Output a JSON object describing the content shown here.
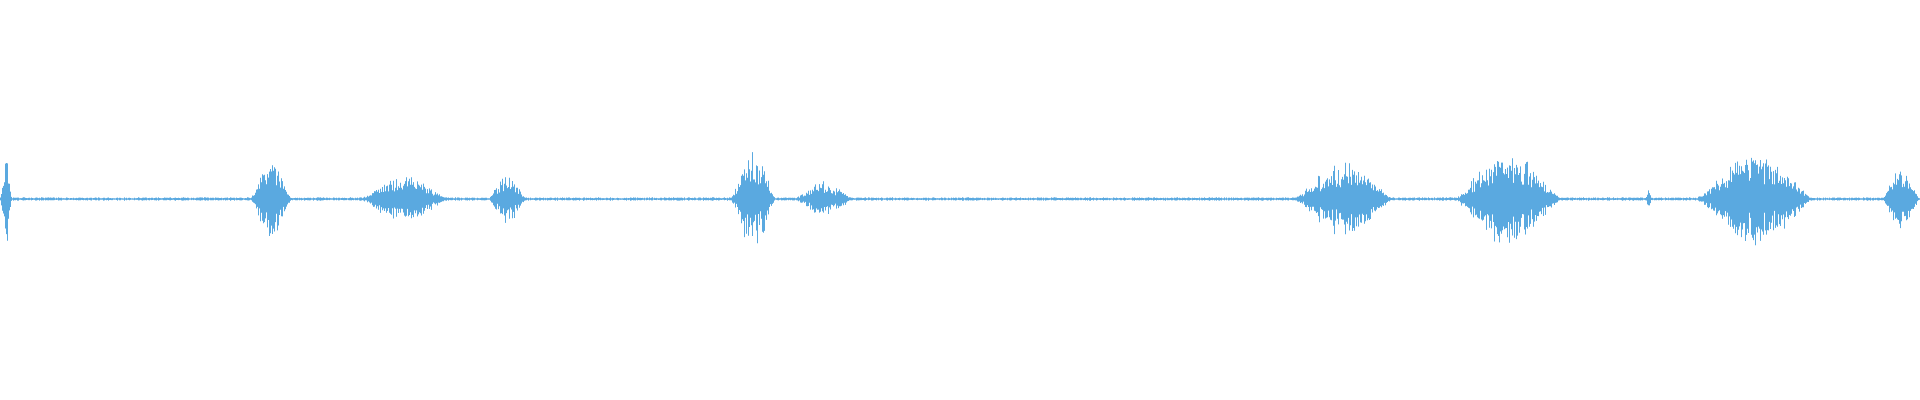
{
  "chart_data": {
    "type": "area",
    "x_range_seconds": [
      0,
      100
    ],
    "amplitude_range": [
      -1,
      1
    ],
    "grid": false,
    "axes_visible": false,
    "colors": {
      "background": "#ffffff",
      "waveform": "#5aa9e0"
    },
    "baseline_amplitude": 0.01,
    "bursts": [
      {
        "start": 0.0,
        "end": 0.6,
        "peak": 0.38
      },
      {
        "start": 13.0,
        "end": 15.2,
        "peak": 0.32
      },
      {
        "start": 18.6,
        "end": 23.5,
        "peak": 0.18
      },
      {
        "start": 25.4,
        "end": 27.4,
        "peak": 0.2
      },
      {
        "start": 38.0,
        "end": 40.4,
        "peak": 0.4
      },
      {
        "start": 41.3,
        "end": 44.5,
        "peak": 0.14
      },
      {
        "start": 67.3,
        "end": 72.6,
        "peak": 0.3
      },
      {
        "start": 75.6,
        "end": 81.4,
        "peak": 0.38
      },
      {
        "start": 85.7,
        "end": 86.0,
        "peak": 0.1
      },
      {
        "start": 88.2,
        "end": 94.5,
        "peak": 0.38
      },
      {
        "start": 98.0,
        "end": 100.0,
        "peak": 0.25
      }
    ]
  }
}
